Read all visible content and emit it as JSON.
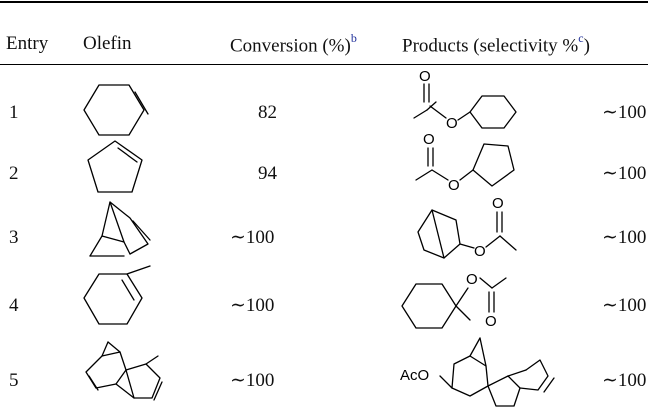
{
  "table": {
    "columns": {
      "entry": "Entry",
      "olefin": "Olefin",
      "conversion": "Conversion (%)",
      "conversion_ref": "b",
      "products": "Products (selectivity %",
      "products_ref": "c",
      "products_close": ")"
    },
    "rows": [
      {
        "entry": "1",
        "olefin": "cyclohexene",
        "conversion": "82",
        "product": "cyclohexyl acetate",
        "selectivity": "∼100"
      },
      {
        "entry": "2",
        "olefin": "cyclopentene",
        "conversion": "94",
        "product": "cyclopentyl acetate",
        "selectivity": "∼100"
      },
      {
        "entry": "3",
        "olefin": "norbornene",
        "conversion": "∼100",
        "product": "norbornyl acetate",
        "selectivity": "∼100"
      },
      {
        "entry": "4",
        "olefin": "1-methylcyclohexene",
        "conversion": "∼100",
        "product": "1-methylcyclohexyl acetate",
        "selectivity": "∼100"
      },
      {
        "entry": "5",
        "olefin": "dicyclopentadiene",
        "conversion": "∼100",
        "product": "dicyclopentadienyl acetate",
        "selectivity": "∼100",
        "product_label": "AcO"
      }
    ]
  }
}
